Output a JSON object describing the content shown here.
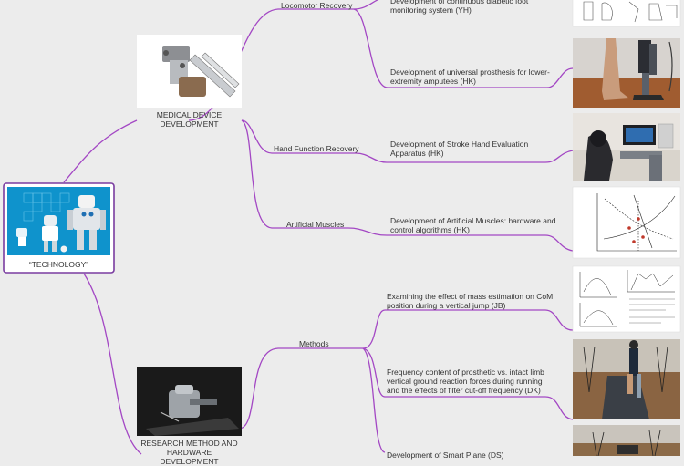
{
  "colors": {
    "line": "#a347c4",
    "frame": "#7a3ca0",
    "bg": "#ececec",
    "text": "#333333",
    "center_fill": "#0f93cc"
  },
  "center": {
    "label": "“TECHNOLOGY”"
  },
  "groups": [
    {
      "label": "MEDICAL DEVICE\nDEVELOPMENT",
      "branches": [
        {
          "label": "Locomotor Recovery",
          "leaves": [
            {
              "label": "Development of continuous diabetic foot\nmonitoring system (YH)"
            },
            {
              "label": "Development of universal  prosthesis for lower-\nextremity amputees (HK)"
            }
          ]
        },
        {
          "label": "Hand Function Recovery",
          "leaves": [
            {
              "label": "Development of Stroke Hand Evaluation\nApparatus (HK)"
            }
          ]
        },
        {
          "label": "Artificial Muscles",
          "leaves": [
            {
              "label": "Development of Artificial Muscles: hardware and\ncontrol algorithms (HK)"
            }
          ]
        }
      ]
    },
    {
      "label": "RESEARCH METHOD AND\nHARDWARE DEVELOPMENT",
      "branches": [
        {
          "label": "Methods",
          "leaves": [
            {
              "label": "Examining the effect of mass estimation on CoM\nposition during a vertical jump (JB)"
            },
            {
              "label": "Frequency content of prosthetic vs. intact limb\nvertical ground reaction forces during running\nand the effects of filter cut-off frequency (DK)"
            },
            {
              "label": "Development of Smart Plane (DS)"
            }
          ]
        }
      ]
    }
  ]
}
